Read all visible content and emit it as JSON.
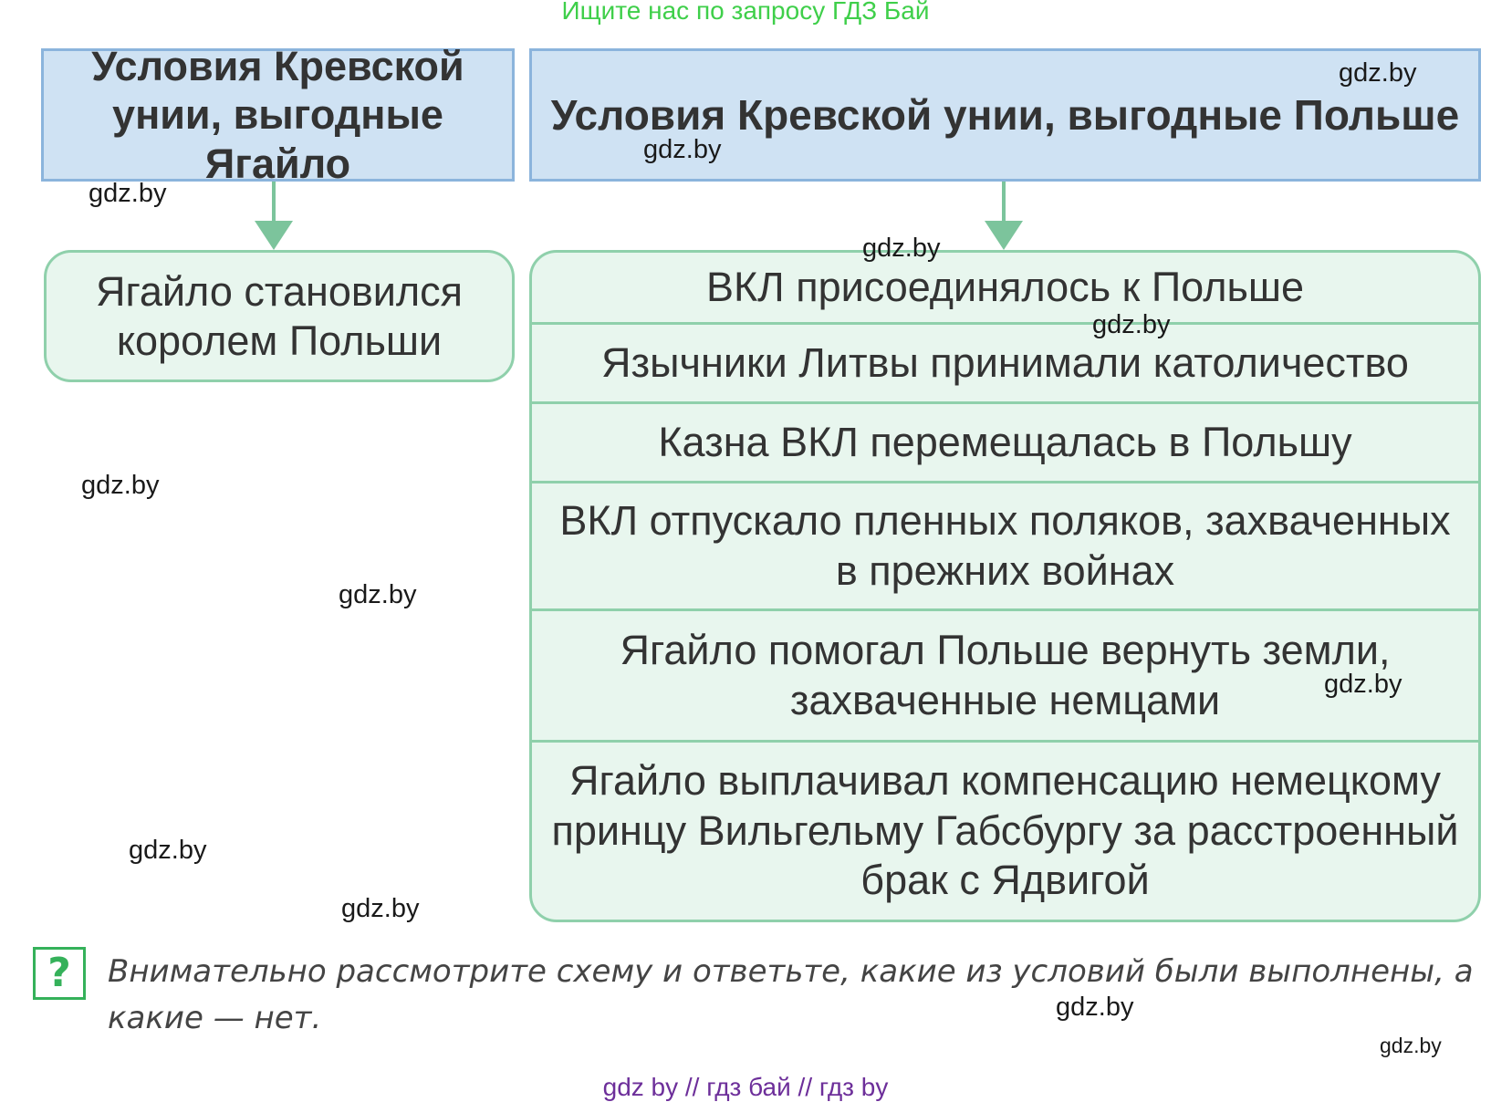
{
  "banner": "Ищите нас по запросу ГДЗ Бай",
  "header_left": "Условия Кревской унии, выгодные Ягайло",
  "header_right": "Условия Кревской унии, выгодные Польше",
  "left_result": "Ягайло становился королем Польши",
  "right_results": [
    "ВКЛ присоединялось к Польше",
    "Язычники Литвы принимали католичество",
    "Казна ВКЛ перемещалась в Польшу",
    "ВКЛ отпускало пленных поляков, захваченных в прежних войнах",
    "Ягайло помогал Польше вернуть земли, захваченные немцами",
    "Ягайло выплачивал компенсацию немецкому принцу Вильгельму Габсбургу за расстроенный брак с Ядвигой"
  ],
  "question_mark": "?",
  "question_text": "Внимательно рассмотрите схему и ответьте, какие из условий были выполнены, а какие — нет.",
  "watermark": "gdz.by",
  "footer": "gdz by  //  гдз бай  //  гдз by",
  "colors": {
    "header_fill": "#cfe2f3",
    "header_border": "#8bb4dc",
    "result_fill": "#e8f6ee",
    "result_border": "#8fd0ab",
    "arrow": "#7cc49c",
    "question_accent": "#35b15a",
    "banner": "#3fcf4a",
    "footer": "#6d2f9a"
  }
}
